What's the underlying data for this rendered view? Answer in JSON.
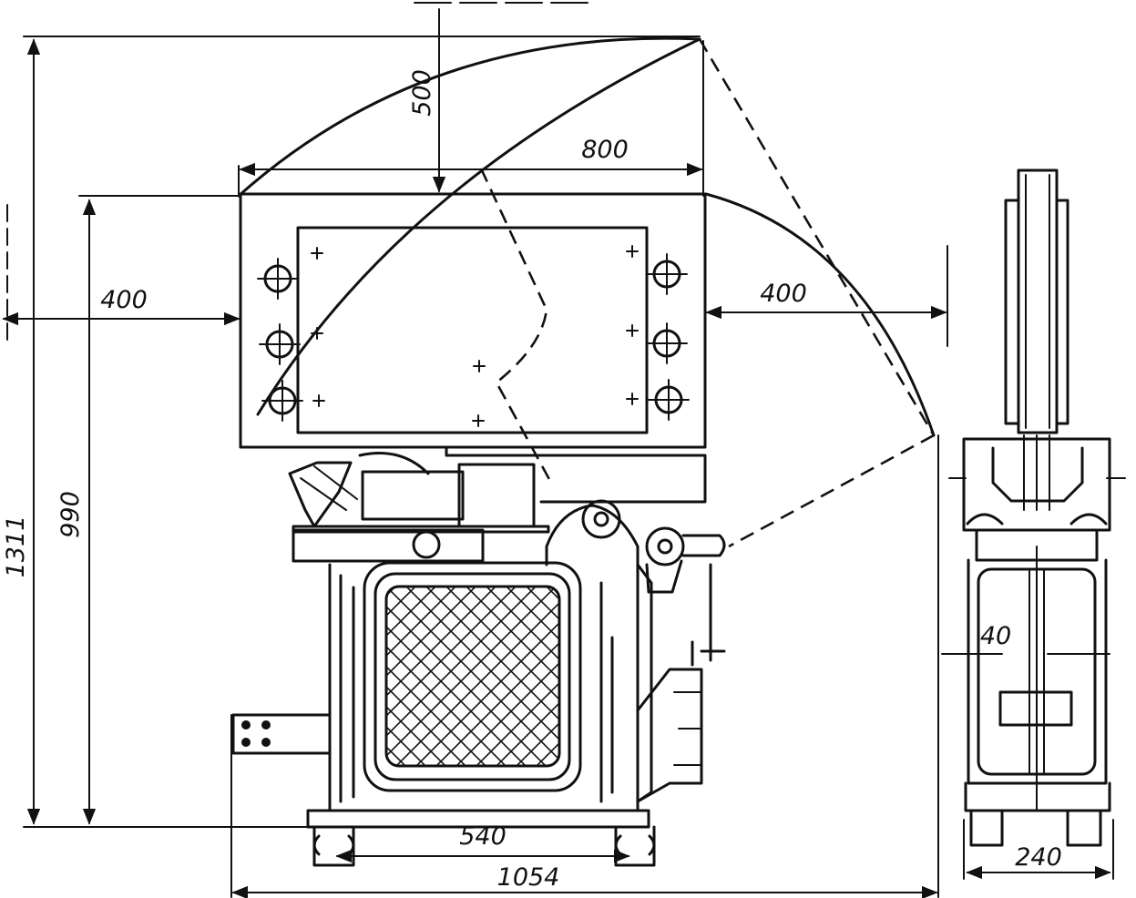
{
  "dimensions": {
    "overall_height": "1311",
    "height_990": "990",
    "top_offset": "500",
    "table_width": "800",
    "left_clearance": "400",
    "right_clearance": "400",
    "base_span": "540",
    "overall_length": "1054",
    "side_width": "240",
    "side_gap": "40"
  },
  "colors": {
    "ink": "#111111",
    "paper": "#ffffff"
  }
}
